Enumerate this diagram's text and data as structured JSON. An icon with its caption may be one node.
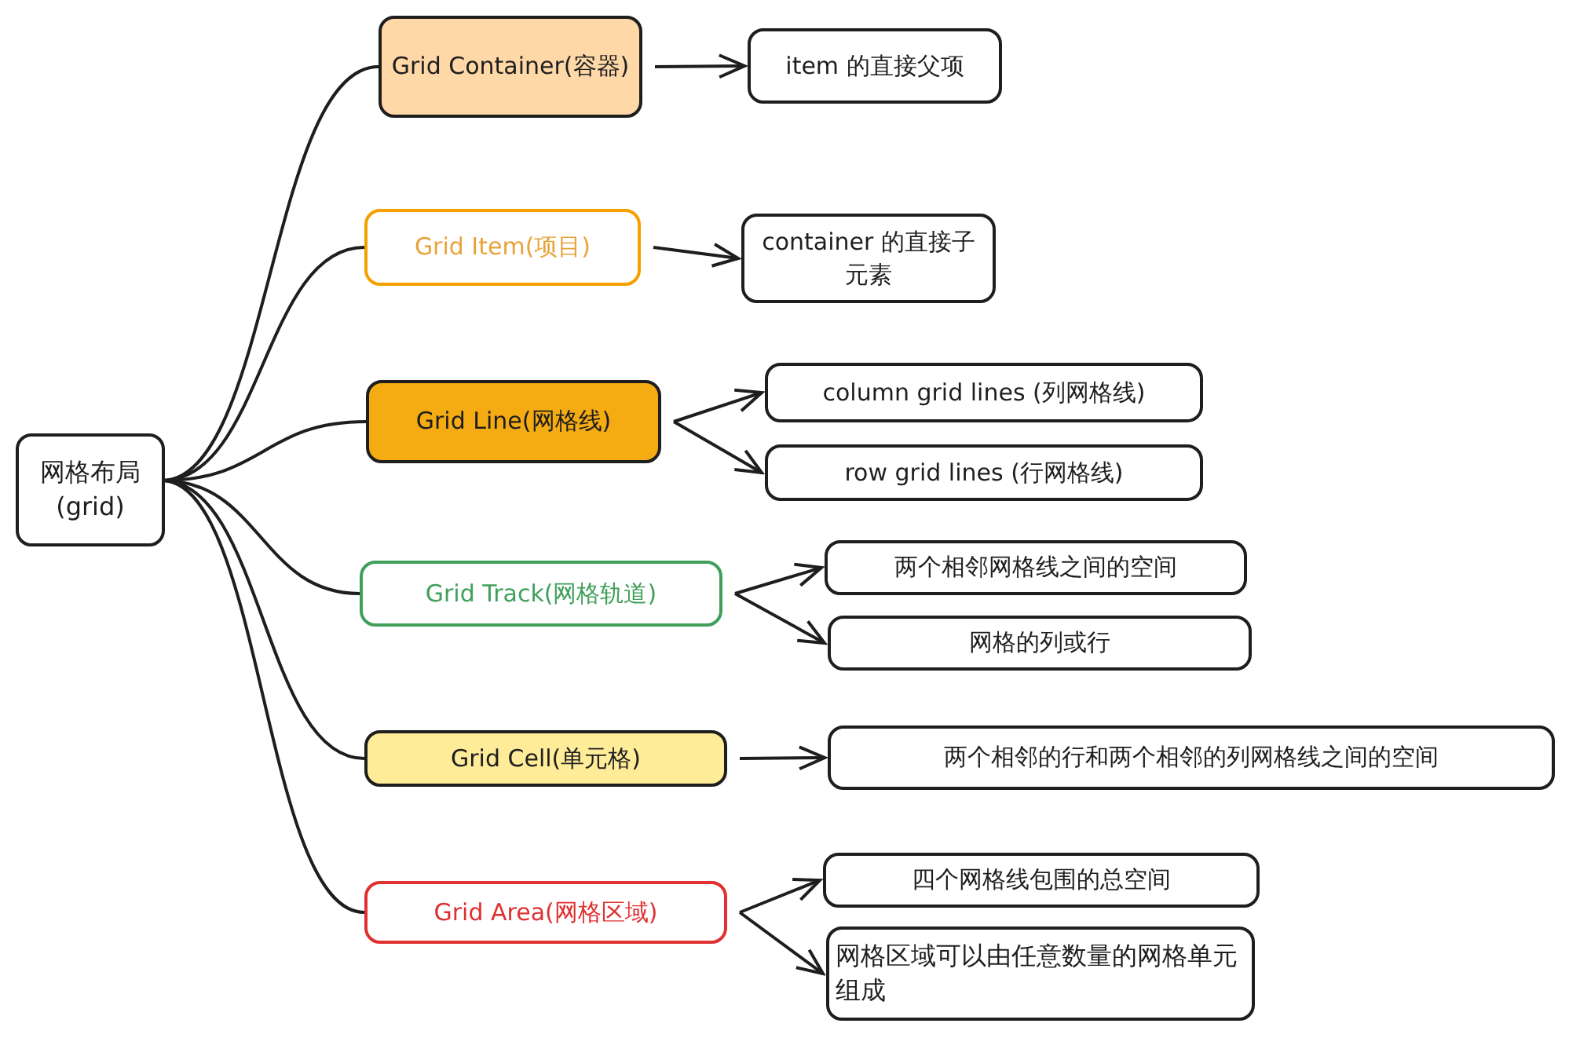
{
  "diagram": {
    "nodes": [
      {
        "text": [
          "网格布局(grid)"
        ]
      },
      {
        "text": [
          "Grid Container(容器)"
        ]
      },
      {
        "text": [
          "item 的直接父项"
        ]
      },
      {
        "text": [
          "Grid Item(项目)"
        ]
      },
      {
        "text": [
          "container 的直接子元素"
        ]
      },
      {
        "text": [
          "Grid Line(网格线)"
        ]
      },
      {
        "text": [
          "column grid lines (列网格线)"
        ]
      },
      {
        "text": [
          "row grid lines (行网格线)"
        ]
      },
      {
        "text": [
          "Grid Track(网格轨道)"
        ]
      },
      {
        "text": [
          "两个相邻网格线之间的空间"
        ]
      },
      {
        "text": [
          "网格的列或行"
        ]
      },
      {
        "text": [
          "Grid Cell(单元格)"
        ]
      },
      {
        "text": [
          "两个相邻的行和两个相邻的列网格线之间的空间"
        ]
      },
      {
        "text": [
          "Grid Area(网格区域)"
        ]
      },
      {
        "text": [
          "四个网格线包围的总空间"
        ]
      },
      {
        "text": [
          "网格区域可以由任意数量的网格单元组成"
        ]
      }
    ],
    "edges": [
      {
        "from": 0,
        "to": 1,
        "arrow": "none"
      },
      {
        "from": 0,
        "to": 3,
        "arrow": "none"
      },
      {
        "from": 0,
        "to": 5,
        "arrow": "none"
      },
      {
        "from": 0,
        "to": 8,
        "arrow": "none"
      },
      {
        "from": 0,
        "to": 11,
        "arrow": "none"
      },
      {
        "from": 0,
        "to": 13,
        "arrow": "none"
      },
      {
        "from": 1,
        "to": 2,
        "arrow": "to"
      },
      {
        "from": 3,
        "to": 4,
        "arrow": "to"
      },
      {
        "from": 5,
        "to": 6,
        "arrow": "to"
      },
      {
        "from": 5,
        "to": 7,
        "arrow": "to"
      },
      {
        "from": 8,
        "to": 9,
        "arrow": "to"
      },
      {
        "from": 8,
        "to": 10,
        "arrow": "to"
      },
      {
        "from": 11,
        "to": 12,
        "arrow": "to"
      },
      {
        "from": 13,
        "to": 14,
        "arrow": "to"
      },
      {
        "from": 13,
        "to": 15,
        "arrow": "to"
      }
    ]
  }
}
